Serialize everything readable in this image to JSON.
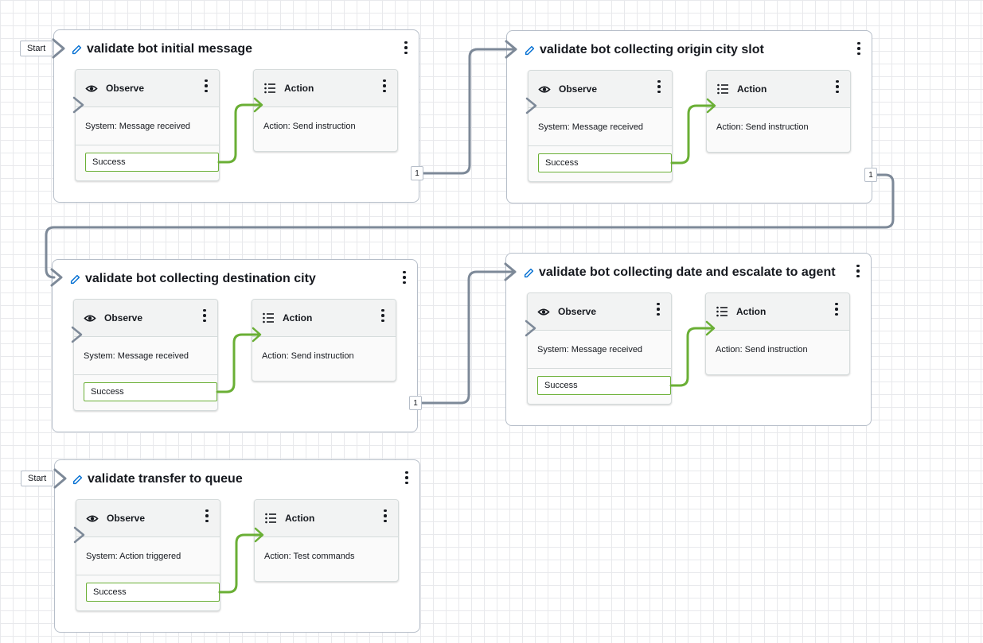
{
  "start_label": "Start",
  "observe_title": "Observe",
  "action_title": "Action",
  "success_label": "Success",
  "output_port_label": "1",
  "connector_colors": {
    "flow": "#7d8998",
    "success": "#6aaf35",
    "edit_icon": "#0972d3"
  },
  "nodes": [
    {
      "title": "validate bot initial message",
      "observe_text": "System: Message received",
      "action_text": "Action: Send instruction"
    },
    {
      "title": "validate bot collecting origin city slot",
      "observe_text": "System: Message received",
      "action_text": "Action: Send instruction"
    },
    {
      "title": "validate bot collecting destination city",
      "observe_text": "System: Message received",
      "action_text": "Action: Send instruction"
    },
    {
      "title": "validate bot collecting date and escalate to agent",
      "observe_text": "System: Message received",
      "action_text": "Action: Send instruction"
    },
    {
      "title": "validate transfer to queue",
      "observe_text": "System: Action triggered",
      "action_text": "Action: Test commands"
    }
  ]
}
